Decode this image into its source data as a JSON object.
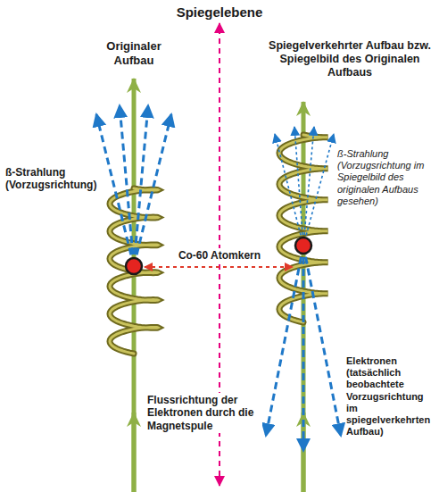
{
  "diagram": {
    "title": "Spiegelebene",
    "labels": [
      "Originaler Aufbau",
      "Spiegelverkehrter Aufbau bzw. Spiegelbild des Originalen Aufbaus",
      "ß-Strahlung (Vorzugsrichtung)",
      "Co-60 Atomkern",
      "ß-Strahlung (Vorzugsrichtung im Spiegelbild des originalen Aufbaus gesehen)",
      "Elektronen (tatsächlich beobachtete Vorzugsrichtung im spiegelverkehrten Aufbau)",
      "Flussrichtung der Elektronen durch die Magnetspule"
    ]
  }
}
